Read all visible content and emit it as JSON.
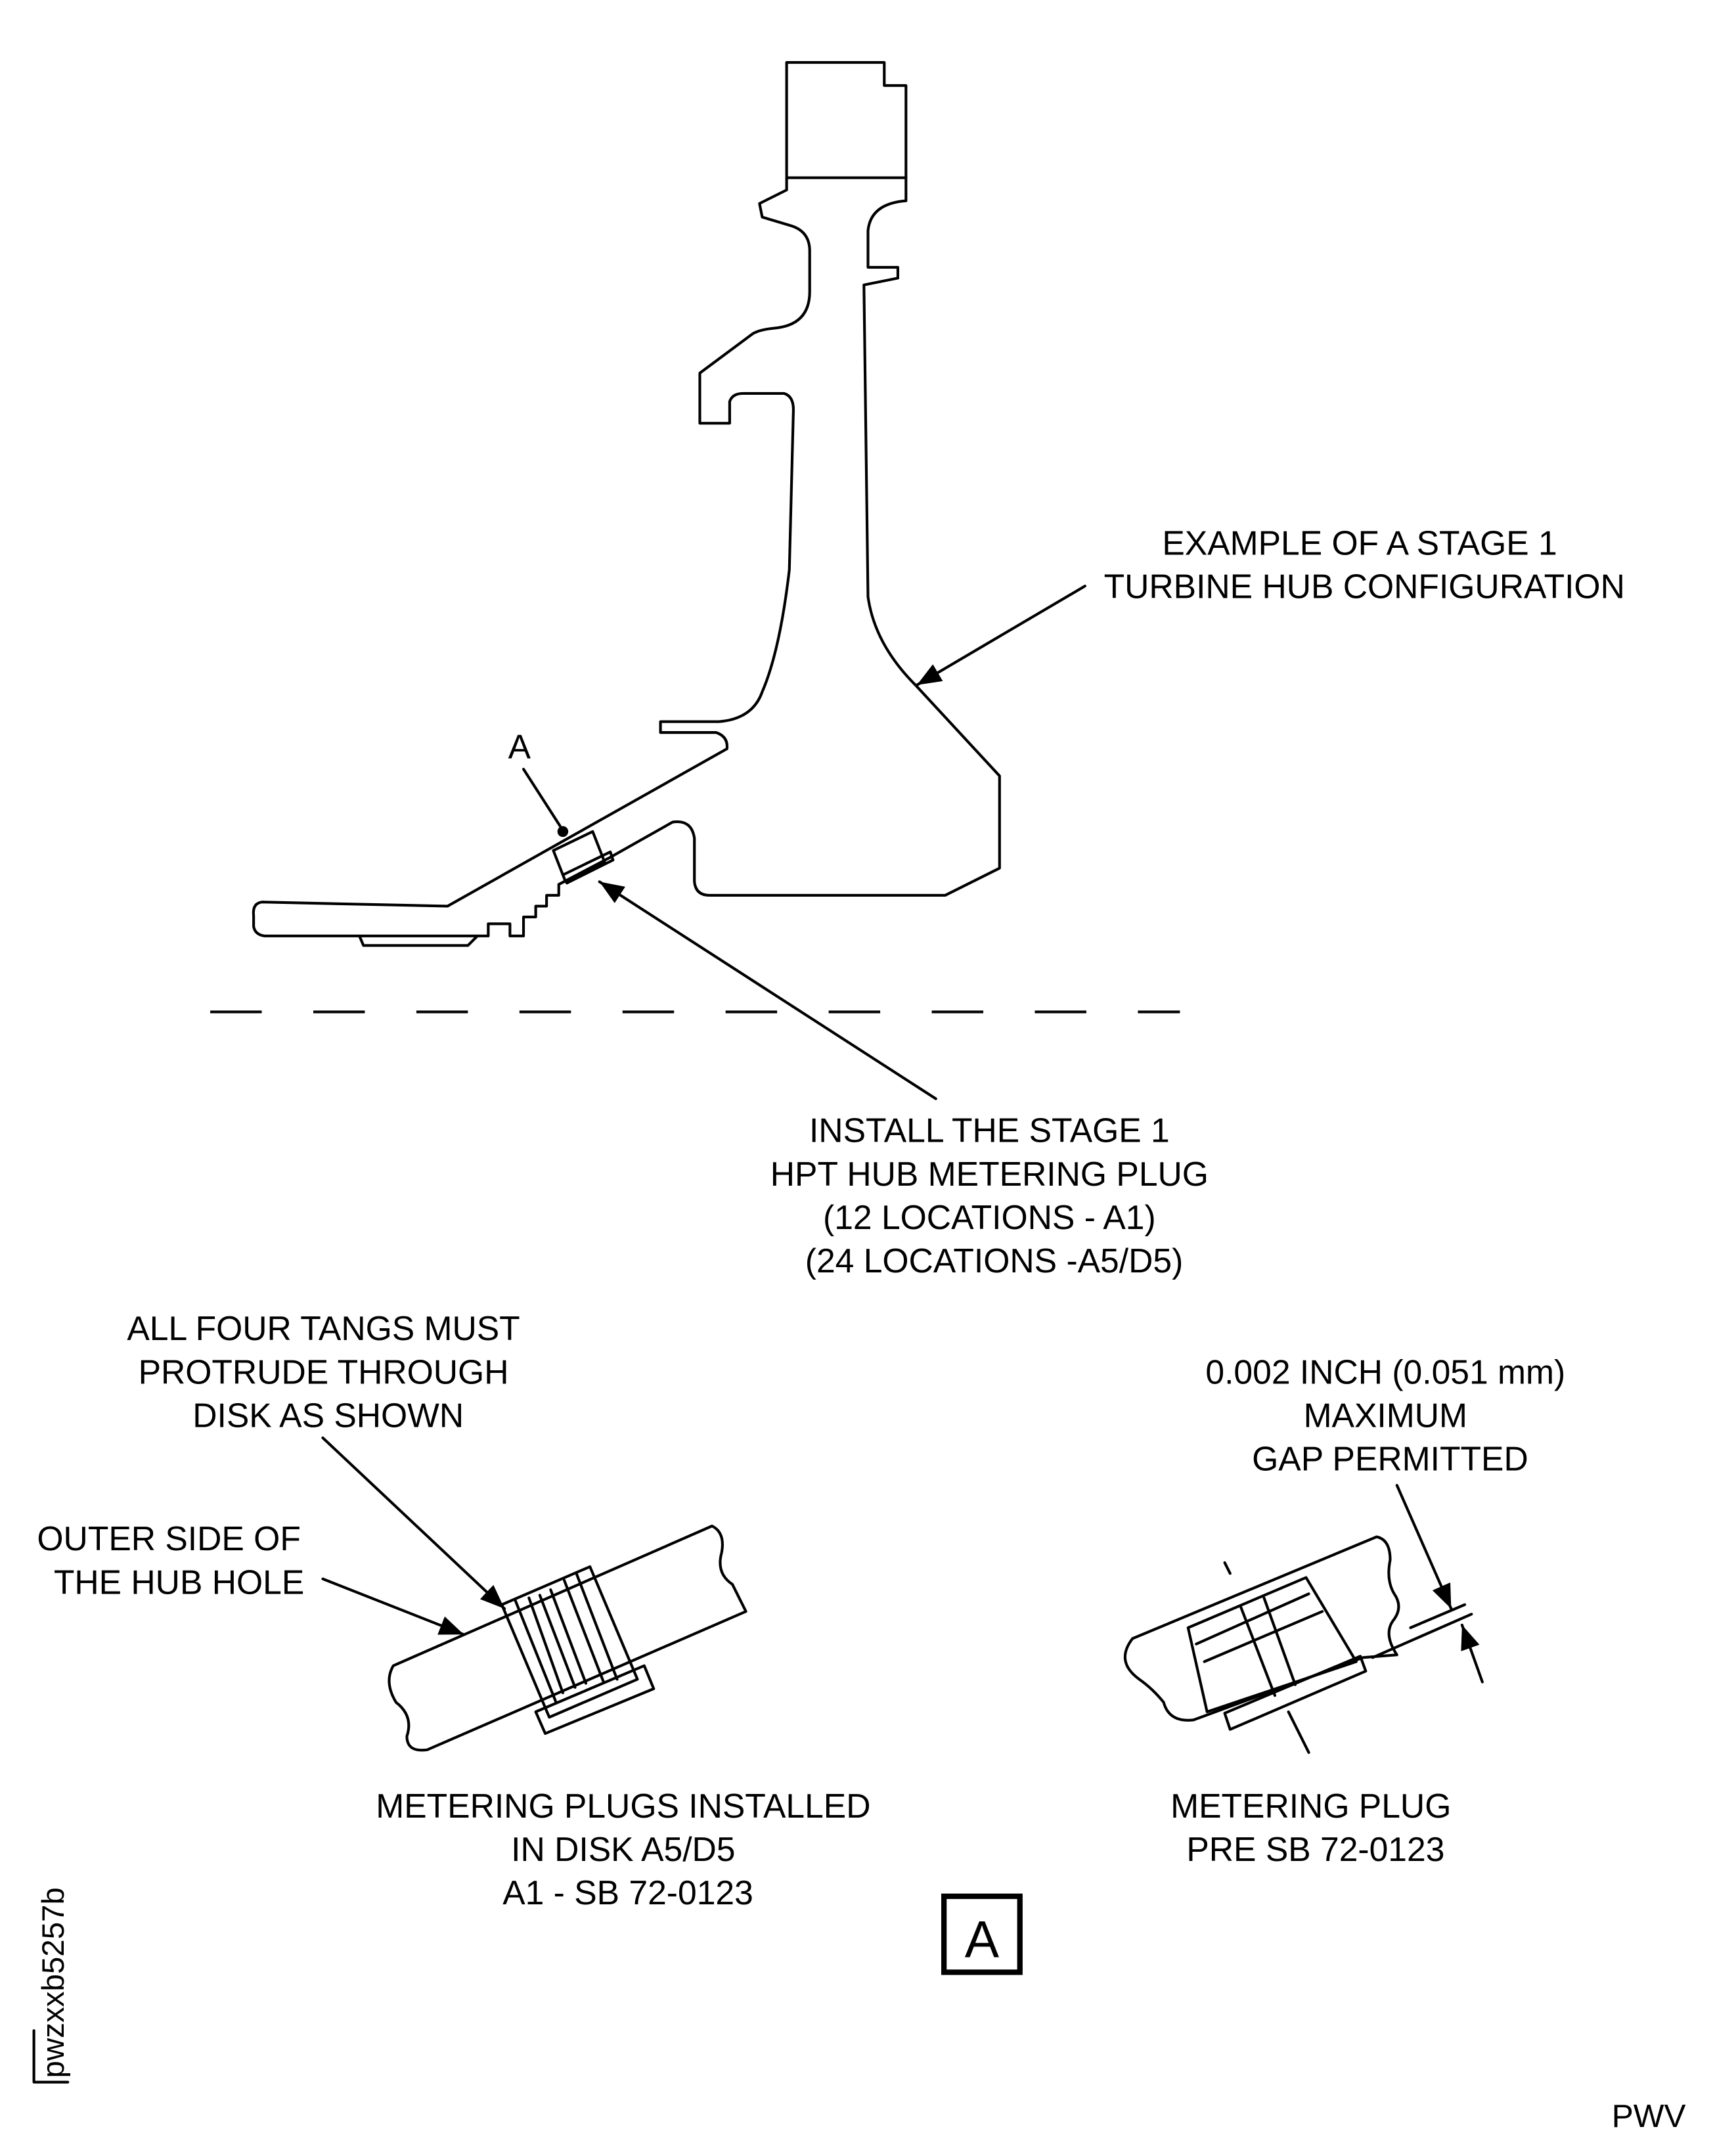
{
  "labels": {
    "hub_example": [
      "EXAMPLE OF A STAGE 1",
      "TURBINE HUB CONFIGURATION"
    ],
    "detail_marker": "A",
    "install": [
      "INSTALL THE STAGE 1",
      "HPT HUB METERING PLUG",
      "(12 LOCATIONS - A1)",
      "(24 LOCATIONS -A5/D5)"
    ],
    "tangs": [
      "ALL FOUR TANGS MUST",
      "PROTRUDE THROUGH",
      "DISK AS SHOWN"
    ],
    "outer_side": [
      "OUTER SIDE OF",
      "THE HUB HOLE"
    ],
    "gap": [
      "0.002 INCH (0.051 mm)",
      "MAXIMUM",
      "GAP PERMITTED"
    ],
    "installed_caption": [
      "METERING PLUGS INSTALLED",
      "IN DISK A5/D5",
      "A1 - SB 72-0123"
    ],
    "pre_sb_caption": [
      "METERING PLUG",
      "PRE SB 72-0123"
    ],
    "view_box_label": "A",
    "figure_id": "pwzxxb5257b",
    "publisher": "PWV"
  }
}
